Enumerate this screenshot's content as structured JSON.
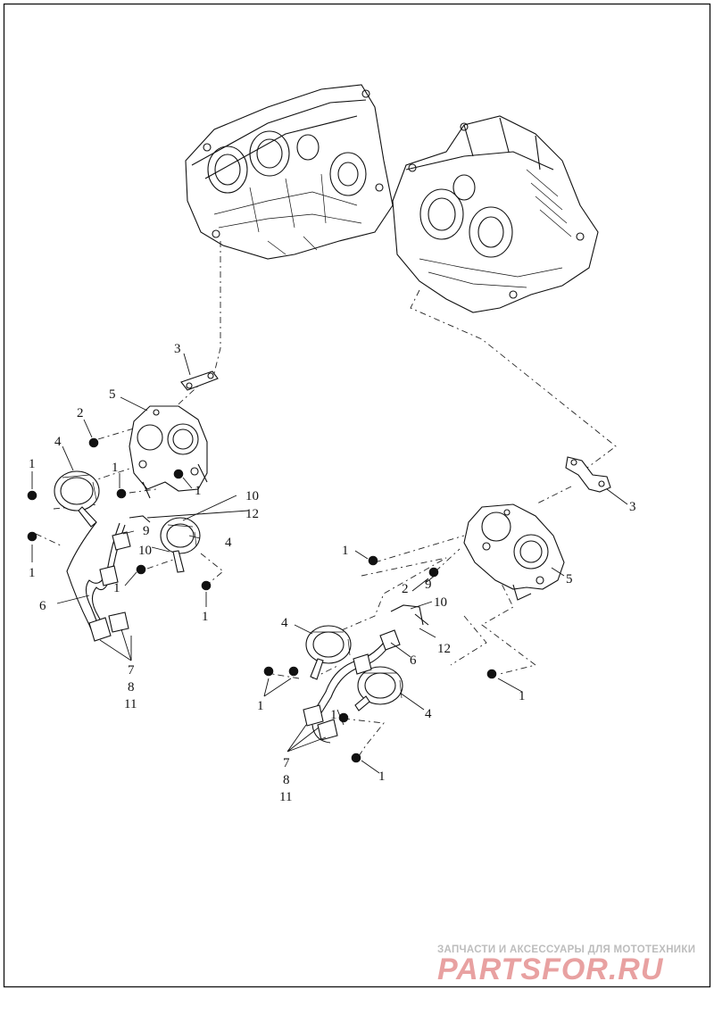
{
  "labels": {
    "left": {
      "l3": "3",
      "l5": "5",
      "l2": "2",
      "l4a": "4",
      "l1a": "1",
      "l1b": "1",
      "l1c": "1",
      "l1d": "1",
      "l10a": "10",
      "l12": "12",
      "l9": "9",
      "l4b": "4",
      "l10b": "10",
      "l1e": "1",
      "l6": "6",
      "l1f": "1",
      "l7": "7",
      "l8": "8",
      "l11": "11"
    },
    "right": {
      "l3": "3",
      "l5": "5",
      "l1a": "1",
      "l9": "9",
      "l2": "2",
      "l10": "10",
      "l4a": "4",
      "l12": "12",
      "l6": "6",
      "l1b": "1",
      "l1c": "1",
      "l4b": "4",
      "l1d": "1",
      "l7": "7",
      "l8": "8",
      "l11": "11",
      "l1e": "1"
    }
  },
  "watermark": {
    "subtitle": "ЗАПЧАСТИ И АКСЕССУАРЫ ДЛЯ МОТОТЕХНИКИ",
    "brand": "PARTSFOR.RU"
  },
  "colors": {
    "line": "#111111",
    "watermark_brand": "#e8a1a1",
    "watermark_text": "#bdbdbd"
  }
}
